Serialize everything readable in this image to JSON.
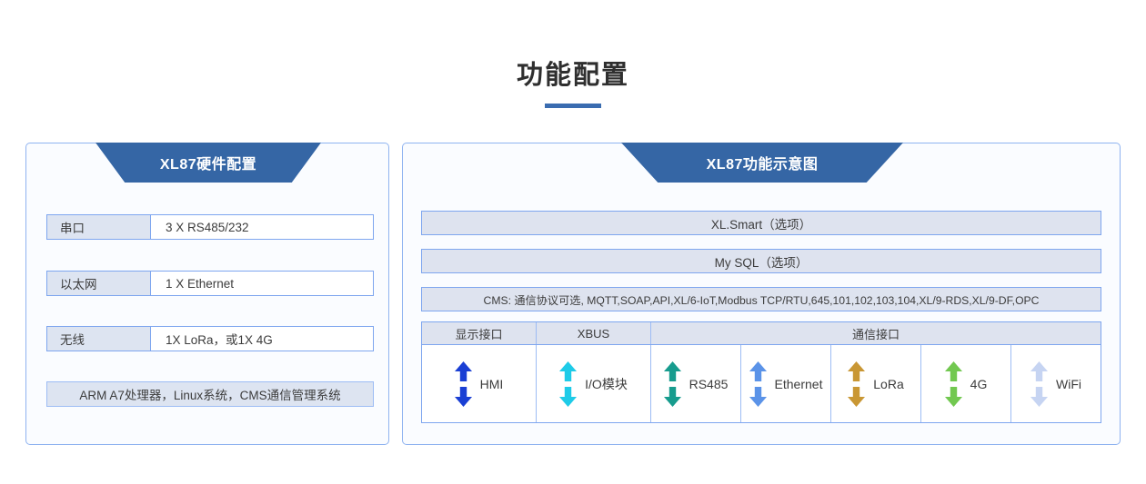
{
  "page": {
    "title": "功能配置"
  },
  "left_panel": {
    "banner": "XL87硬件配置",
    "rows": [
      {
        "key": "串口",
        "value": "3 X RS485/232"
      },
      {
        "key": "以太网",
        "value": "1 X Ethernet"
      },
      {
        "key": "无线",
        "value": "1X LoRa，或1X 4G"
      }
    ],
    "platform": "ARM A7处理器，Linux系统，CMS通信管理系统"
  },
  "right_panel": {
    "banner": "XL87功能示意图",
    "bars": [
      "XL.Smart（选项）",
      "My SQL（选项）",
      "CMS: 通信协议可选, MQTT,SOAP,API,XL/6-IoT,Modbus TCP/RTU,645,101,102,103,104,XL/9-RDS,XL/9-DF,OPC"
    ],
    "interface_headers": {
      "display": "显示接口",
      "xbus": "XBUS",
      "comm": "通信接口"
    },
    "interfaces": [
      {
        "label": "HMI",
        "icon": "double-arrow-icon",
        "color": "#1a3fd4"
      },
      {
        "label": "I/O模块",
        "icon": "double-arrow-icon",
        "color": "#1ecbe8"
      },
      {
        "label": "RS485",
        "icon": "double-arrow-icon",
        "color": "#179c8e"
      },
      {
        "label": "Ethernet",
        "icon": "double-arrow-icon",
        "color": "#5b93e8"
      },
      {
        "label": "LoRa",
        "icon": "double-arrow-icon",
        "color": "#c99734"
      },
      {
        "label": "4G",
        "icon": "double-arrow-icon",
        "color": "#72c850"
      },
      {
        "label": "WiFi",
        "icon": "double-arrow-icon",
        "color": "#c6d4f2"
      }
    ]
  },
  "colors": {
    "banner_blue": "#3566a5",
    "panel_border": "#8fb3f0",
    "accent_rule": "#3a6cb0",
    "cell_fill": "#dee3ef"
  }
}
